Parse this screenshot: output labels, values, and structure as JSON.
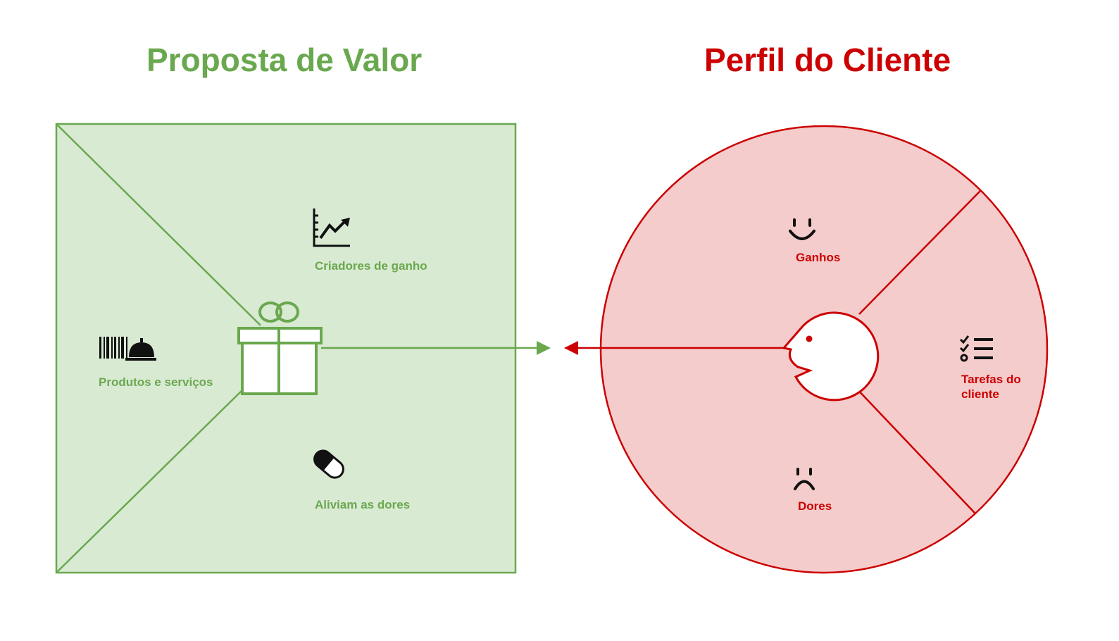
{
  "titles": {
    "value_proposition": "Proposta de Valor",
    "customer_profile": "Perfil do Cliente"
  },
  "value_proposition": {
    "gain_creators": "Criadores de ganho",
    "products_services": "Produtos e serviços",
    "pain_relievers": "Aliviam as dores"
  },
  "customer_profile": {
    "gains": "Ganhos",
    "customer_jobs": "Tarefas do cliente",
    "pains": "Dores"
  },
  "colors": {
    "green": "#6aa84f",
    "green_fill": "#d9ead3",
    "red": "#cc0000",
    "red_fill": "#f4cccc"
  },
  "icons": {
    "gain_creators": "chart-up-icon",
    "products_services": "barcode-service-bell-icon",
    "pain_relievers": "pill-icon",
    "value_proposition": "gift-icon",
    "gains": "smile-icon",
    "pains": "frown-icon",
    "customer_jobs": "checklist-icon",
    "customer": "face-icon"
  }
}
